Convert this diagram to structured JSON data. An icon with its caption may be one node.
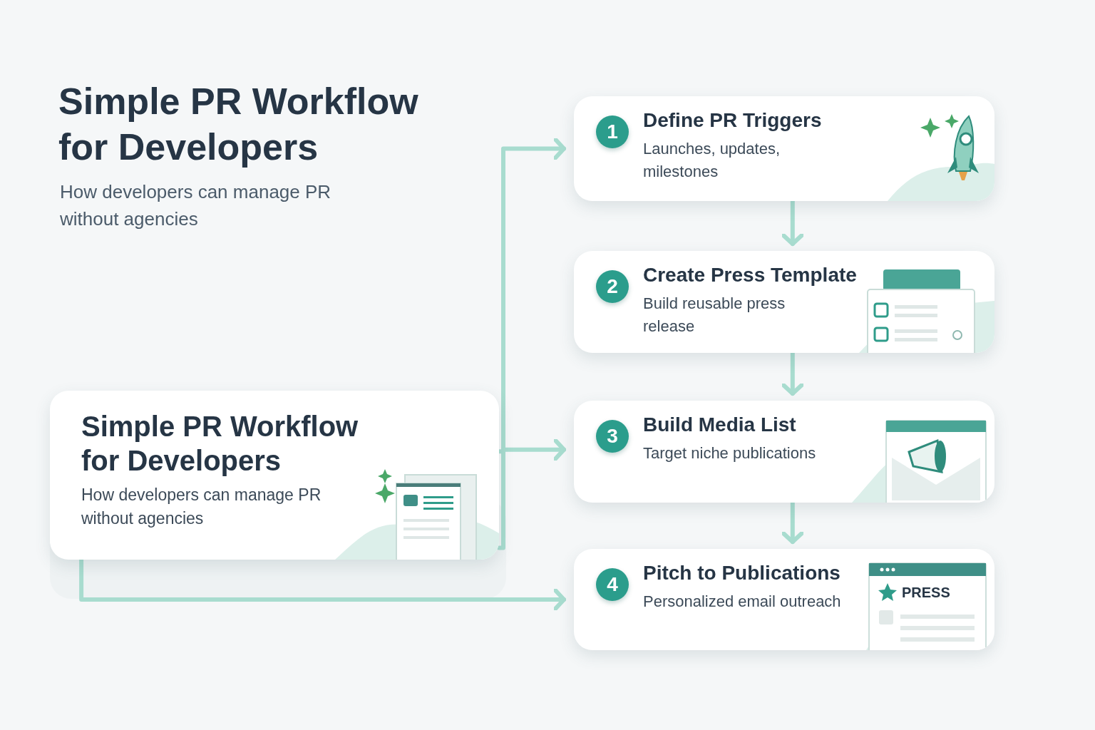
{
  "diagram": {
    "title": "Simple PR Workflow for Developers",
    "nodes": [
      {
        "text": [
          "Simple PR Workflow for Developers",
          "How developers can manage PR without agencies"
        ]
      },
      {
        "text": [
          "1",
          "Define PR Triggers",
          "Launches, updates, milestones"
        ]
      },
      {
        "text": [
          "2",
          "Create Press Template",
          "Build reusable press release"
        ]
      },
      {
        "text": [
          "3",
          "Build Media List",
          "Target niche publications"
        ]
      },
      {
        "text": [
          "4",
          "Pitch to Publications",
          "Personalized email outreach"
        ]
      }
    ],
    "edges": [
      {
        "from": 0,
        "to": 1,
        "arrow": "to"
      },
      {
        "from": 0,
        "to": 3,
        "arrow": "to"
      },
      {
        "from": 0,
        "to": 4,
        "arrow": "to"
      },
      {
        "from": 1,
        "to": 2,
        "arrow": "to"
      },
      {
        "from": 2,
        "to": 3,
        "arrow": "to"
      },
      {
        "from": 3,
        "to": 4,
        "arrow": "to"
      }
    ],
    "labels": [
      "How developers can manage PR without agencies",
      "PRESS"
    ]
  }
}
